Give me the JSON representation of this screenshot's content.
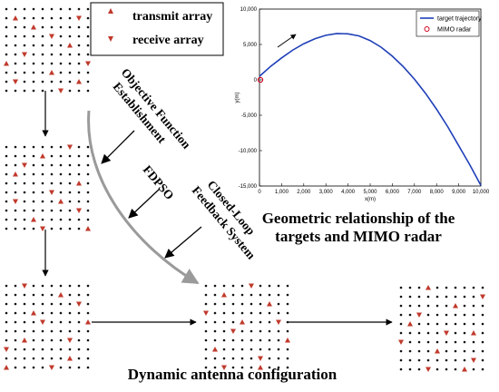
{
  "legend": {
    "transmit_label": "transmit array",
    "receive_label": "receive array",
    "transmit_color": "#c0392b",
    "receive_color": "#c0392b"
  },
  "process_labels": {
    "objective_line1": "Objective Function",
    "objective_line2": "Establishment",
    "fdpso": "FDPSO",
    "closed_loop_line1": "Closed-Loop",
    "closed_loop_line2": "Feedback System"
  },
  "captions": {
    "geometry_line1": "Geometric relationship of the",
    "geometry_line2": "targets and MIMO radar",
    "dynamic": "Dynamic antenna configuration"
  },
  "arrays": {
    "grid_rows": 10,
    "grid_cols": 10,
    "dot_color": "#111111",
    "configs": [
      {
        "transmit": [
          [
            1,
            1
          ],
          [
            2,
            3
          ],
          [
            4,
            7
          ],
          [
            6,
            0
          ],
          [
            7,
            5
          ],
          [
            8,
            8
          ]
        ],
        "receive": [
          [
            1,
            8
          ],
          [
            3,
            5
          ],
          [
            5,
            2
          ],
          [
            6,
            9
          ],
          [
            8,
            1
          ],
          [
            9,
            6
          ]
        ]
      },
      {
        "transmit": [
          [
            1,
            4
          ],
          [
            3,
            1
          ],
          [
            4,
            8
          ],
          [
            6,
            6
          ],
          [
            8,
            3
          ],
          [
            9,
            9
          ]
        ],
        "receive": [
          [
            0,
            7
          ],
          [
            2,
            2
          ],
          [
            5,
            5
          ],
          [
            6,
            1
          ],
          [
            7,
            8
          ],
          [
            9,
            4
          ]
        ]
      },
      {
        "transmit": [
          [
            1,
            6
          ],
          [
            3,
            3
          ],
          [
            4,
            9
          ],
          [
            6,
            2
          ],
          [
            8,
            7
          ],
          [
            9,
            0
          ]
        ],
        "receive": [
          [
            0,
            2
          ],
          [
            2,
            8
          ],
          [
            4,
            4
          ],
          [
            6,
            7
          ],
          [
            7,
            0
          ],
          [
            9,
            5
          ]
        ]
      },
      {
        "transmit": [
          [
            1,
            2
          ],
          [
            2,
            7
          ],
          [
            4,
            4
          ],
          [
            6,
            9
          ],
          [
            7,
            1
          ],
          [
            9,
            6
          ]
        ],
        "receive": [
          [
            0,
            5
          ],
          [
            3,
            0
          ],
          [
            4,
            8
          ],
          [
            5,
            3
          ],
          [
            8,
            6
          ],
          [
            9,
            2
          ]
        ]
      },
      {
        "transmit": [
          [
            0,
            3
          ],
          [
            2,
            6
          ],
          [
            4,
            1
          ],
          [
            5,
            8
          ],
          [
            7,
            4
          ],
          [
            9,
            7
          ]
        ],
        "receive": [
          [
            1,
            9
          ],
          [
            3,
            2
          ],
          [
            5,
            5
          ],
          [
            6,
            0
          ],
          [
            8,
            8
          ],
          [
            9,
            3
          ]
        ]
      }
    ]
  },
  "chart_data": {
    "type": "line",
    "title": "",
    "xlabel": "x(m)",
    "ylabel": "y(m)",
    "xlim": [
      0,
      10000
    ],
    "ylim": [
      -15000,
      10000
    ],
    "x_ticks": [
      0,
      1000,
      2000,
      3000,
      4000,
      5000,
      6000,
      7000,
      8000,
      9000,
      10000
    ],
    "x_tick_labels": [
      "0",
      "1,000",
      "2,000",
      "3,000",
      "4,000",
      "5,000",
      "6,000",
      "7,000",
      "8,000",
      "9,000",
      "10,000"
    ],
    "y_ticks": [
      -15000,
      -10000,
      -5000,
      0,
      5000,
      10000
    ],
    "y_tick_labels": [
      "-15,000",
      "-10,000",
      "-5,000",
      "0",
      "5,000",
      "10,000"
    ],
    "grid": false,
    "legend_position": "top-right",
    "series": [
      {
        "name": "target trajectory",
        "color": "#1f3fb8",
        "x": [
          0,
          500,
          1000,
          1500,
          2000,
          2500,
          3000,
          3500,
          4000,
          4500,
          5000,
          5500,
          6000,
          6500,
          7000,
          7500,
          8000,
          8500,
          9000,
          9500,
          10000
        ],
        "y": [
          500,
          1900,
          3100,
          4200,
          5100,
          5800,
          6300,
          6550,
          6500,
          6200,
          5550,
          4600,
          3350,
          1850,
          100,
          -1900,
          -4150,
          -6600,
          -9300,
          -12000,
          -14900
        ]
      },
      {
        "name": "MIMO radar",
        "color": "#d0021b",
        "marker": "circle",
        "x": [
          0
        ],
        "y": [
          0
        ]
      }
    ]
  }
}
